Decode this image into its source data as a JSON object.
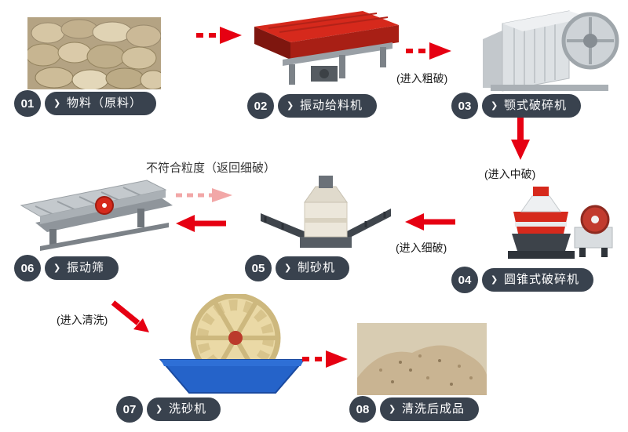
{
  "colors": {
    "bubble": "#39424e",
    "arrow_red": "#e60012",
    "arrow_pink": "#f2a7a7"
  },
  "icons": {
    "chevron": "❯"
  },
  "steps": [
    {
      "num": "01",
      "label": "物料（原料）"
    },
    {
      "num": "02",
      "label": "振动给料机"
    },
    {
      "num": "03",
      "label": "颚式破碎机"
    },
    {
      "num": "04",
      "label": "圆锥式破碎机"
    },
    {
      "num": "05",
      "label": "制砂机"
    },
    {
      "num": "06",
      "label": "振动筛"
    },
    {
      "num": "07",
      "label": "洗砂机"
    },
    {
      "num": "08",
      "label": "清洗后成品"
    }
  ],
  "annotations": {
    "to_coarse": "(进入粗破)",
    "to_medium": "(进入中破)",
    "to_fine": "(进入细破)",
    "return_fine": "不符合粒度（返回细破）",
    "to_wash": "(进入清洗)"
  }
}
